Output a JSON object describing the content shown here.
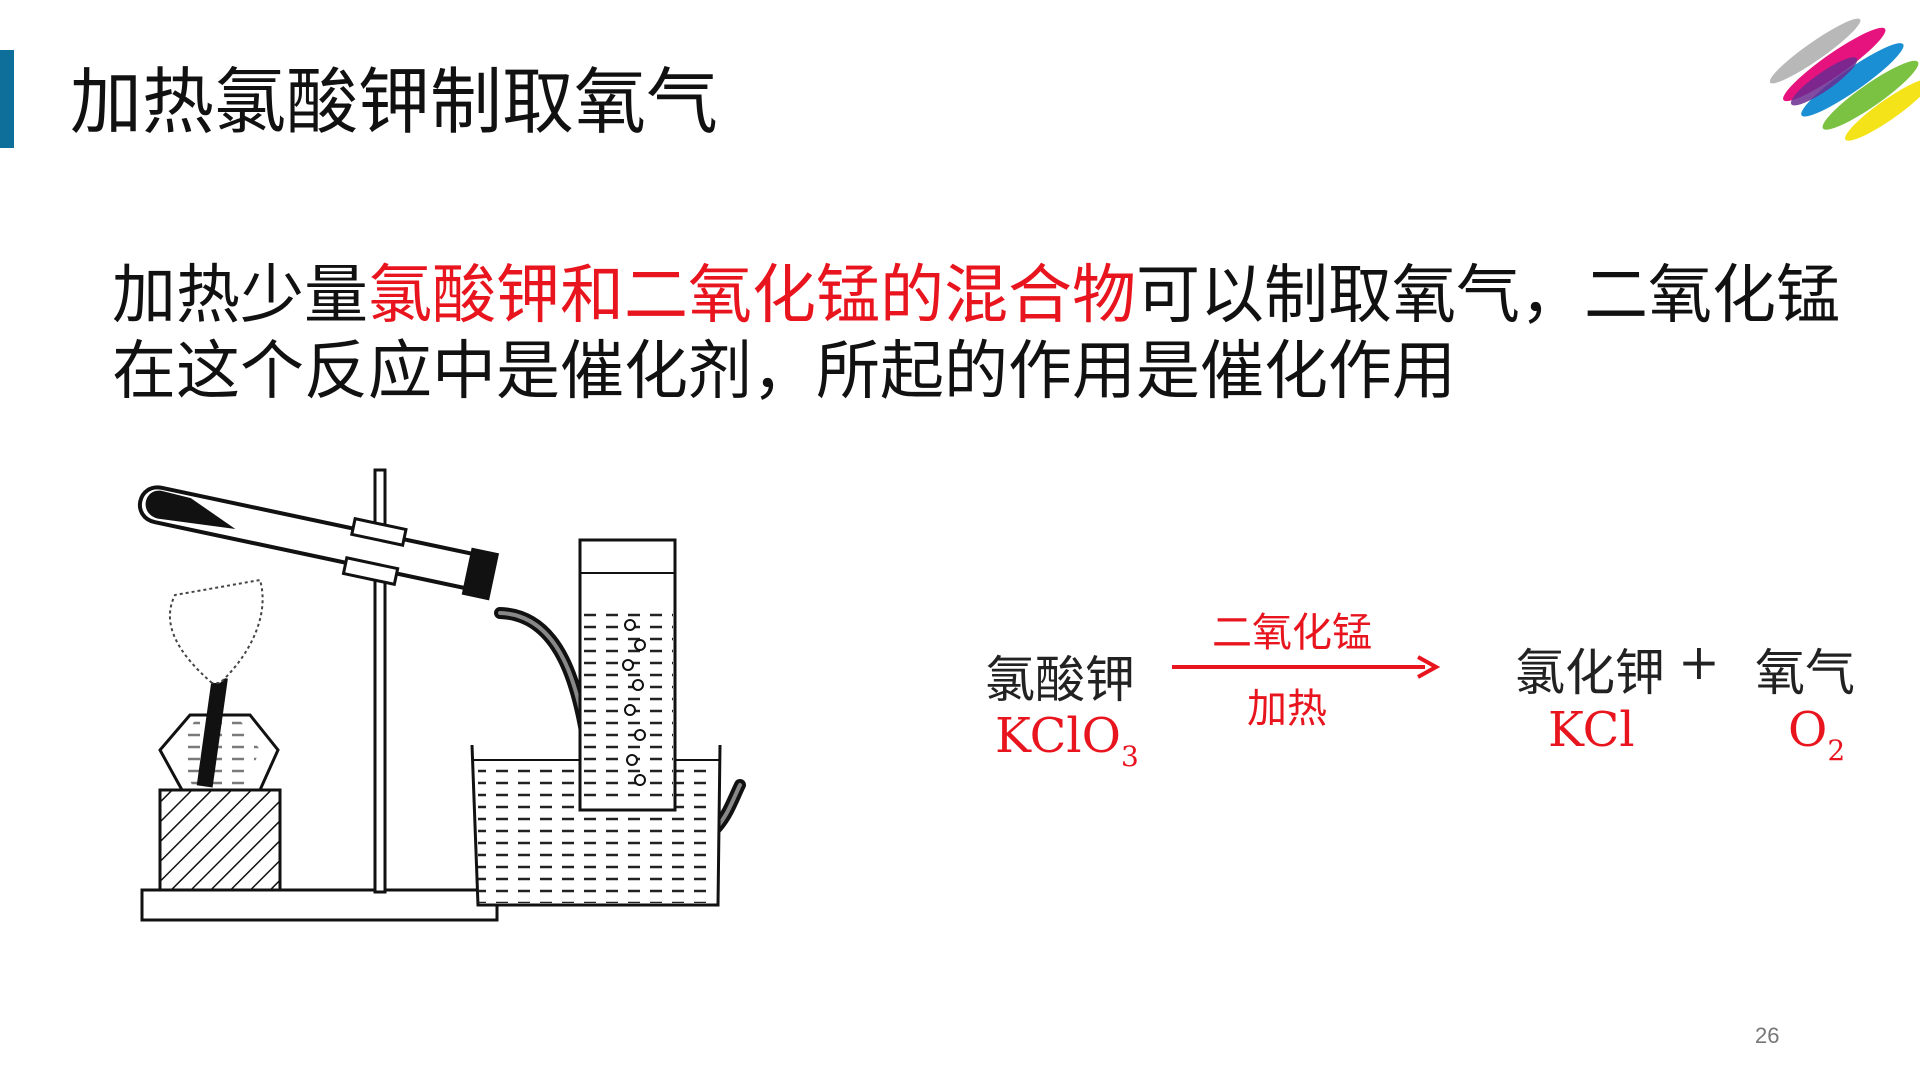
{
  "slide": {
    "title": "加热氯酸钾制取氧气",
    "body_line1": [
      {
        "text": "加热少量",
        "highlight": false
      },
      {
        "text": "氯酸钾和二氧化锰的混合物",
        "highlight": true
      },
      {
        "text": "可以制取氧气，二氧化锰",
        "highlight": false
      }
    ],
    "body_line2": "在这个反应中是催化剂，所起的作用是催化作用",
    "page_number": "26"
  },
  "equation": {
    "reactant_name": "氯酸钾",
    "reactant_formula_main": "KClO",
    "reactant_formula_sub": "3",
    "condition_top": "二氧化锰",
    "condition_bottom": "加热",
    "product1_name": "氯化钾",
    "plus": "+",
    "product2_name": "氧气",
    "product1_formula": "KCl",
    "product2_formula_main": "O",
    "product2_formula_sub": "2"
  },
  "colors": {
    "accent": "#0e6f9a",
    "highlight_red": "#e8141e",
    "text": "#111111"
  }
}
